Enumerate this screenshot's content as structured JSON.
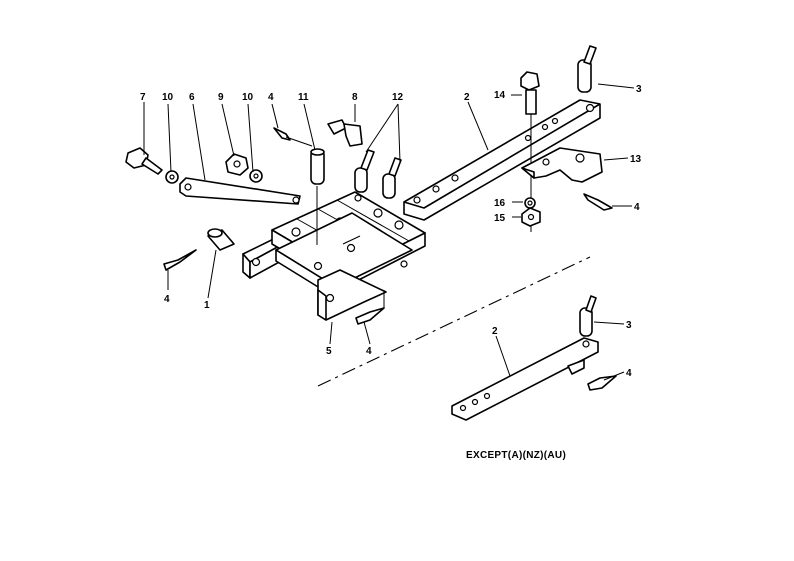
{
  "callouts": {
    "c7": "7",
    "c10a": "10",
    "c6": "6",
    "c9": "9",
    "c10b": "10",
    "c4a": "4",
    "c11": "11",
    "c8": "8",
    "c12": "12",
    "c2a": "2",
    "c14": "14",
    "c3a": "3",
    "c13": "13",
    "c16": "16",
    "c15": "15",
    "c4b": "4",
    "c4c": "4",
    "c1": "1",
    "c5": "5",
    "c4d": "4",
    "c2b": "2",
    "c3b": "3",
    "c4e": "4"
  },
  "note": "EXCEPT(A)(NZ)(AU)"
}
